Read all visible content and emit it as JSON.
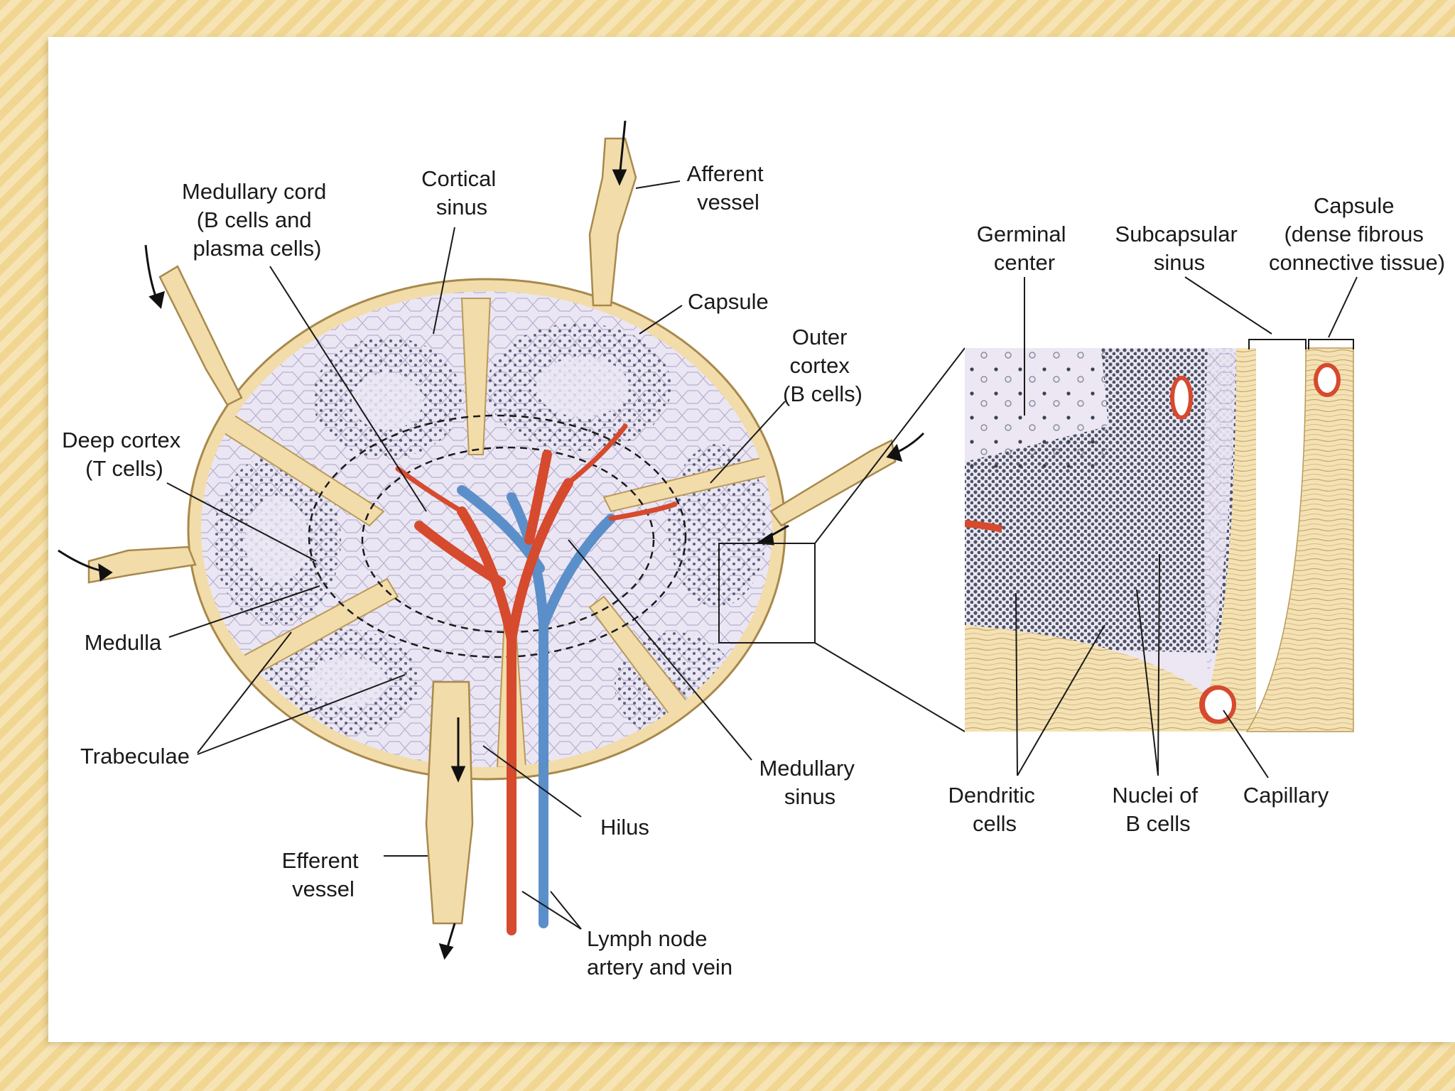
{
  "colors": {
    "frame_gold": "#f3dca0",
    "frame_light": "#fbf3dc",
    "capsule": "#f2dcaa",
    "capsule_edge": "#b89a5a",
    "cortex": "#e4dcef",
    "follicle_dot": "#2f3a55",
    "artery": "#d64a2e",
    "vein": "#5b8fc9"
  },
  "labels": {
    "medullary_cord": [
      "Medullary cord",
      "(B cells and",
      "plasma cells)"
    ],
    "cortical_sinus": [
      "Cortical",
      "sinus"
    ],
    "afferent_vessel": [
      "Afferent",
      "vessel"
    ],
    "capsule": [
      "Capsule"
    ],
    "outer_cortex": [
      "Outer",
      "cortex",
      "(B cells)"
    ],
    "deep_cortex": [
      "Deep cortex",
      "(T cells)"
    ],
    "medulla": [
      "Medulla"
    ],
    "trabeculae": [
      "Trabeculae"
    ],
    "medullary_sinus": [
      "Medullary",
      "sinus"
    ],
    "hilus": [
      "Hilus"
    ],
    "efferent_vessel": [
      "Efferent",
      "vessel"
    ],
    "lymph_node_artery_vein": [
      "Lymph node",
      "artery and vein"
    ],
    "germinal_center": [
      "Germinal",
      "center"
    ],
    "subcapsular_sinus": [
      "Subcapsular",
      "sinus"
    ],
    "capsule_detail": [
      "Capsule",
      "(dense fibrous",
      "connective tissue)"
    ],
    "dendritic_cells": [
      "Dendritic",
      "cells"
    ],
    "nuclei_b_cells": [
      "Nuclei of",
      "B cells"
    ],
    "capillary": [
      "Capillary"
    ]
  }
}
